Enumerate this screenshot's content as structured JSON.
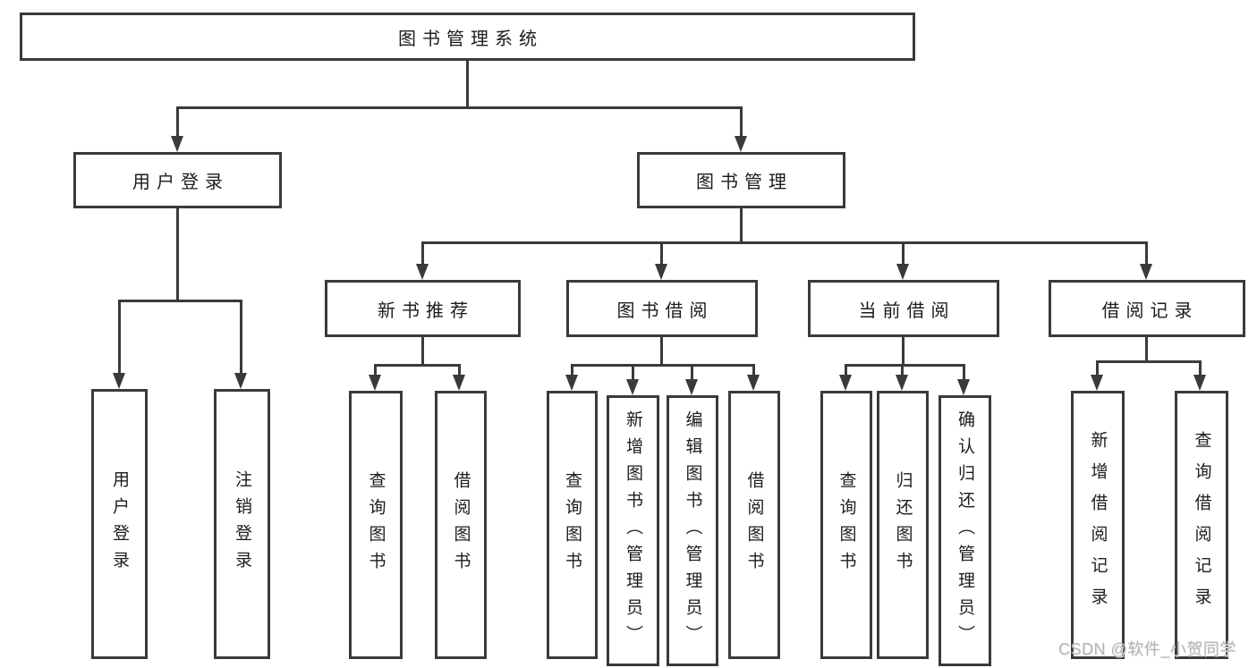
{
  "diagram": {
    "type": "tree-structure-chart",
    "colors": {
      "line": "#3a3a3a",
      "text": "#1c1c1c",
      "box_bg": "#ffffff",
      "watermark": "#b5b5b5"
    },
    "nodes": {
      "root": "图书管理系统",
      "user_login": "用户登录",
      "book_management": "图书管理",
      "login": "用户登录",
      "logout": "注销登录",
      "new_book": "新书推荐",
      "book_borrow": "图书借阅",
      "current_borrow": "当前借阅",
      "borrow_records": "借阅记录",
      "nb_query": "查询图书",
      "nb_borrow": "借阅图书",
      "bb_query": "查询图书",
      "bb_add": "新增图书（管理员）",
      "bb_edit": "编辑图书（管理员）",
      "bb_borrow": "借阅图书",
      "cb_query": "查询图书",
      "cb_return": "归还图书",
      "cb_confirm": "确认归还（管理员）",
      "br_add": "新增借阅记录",
      "br_query": "查询借阅记录"
    },
    "hierarchy": {
      "图书管理系统": {
        "用户登录": [
          "用户登录",
          "注销登录"
        ],
        "图书管理": {
          "新书推荐": [
            "查询图书",
            "借阅图书"
          ],
          "图书借阅": [
            "查询图书",
            "新增图书（管理员）",
            "编辑图书（管理员）",
            "借阅图书"
          ],
          "当前借阅": [
            "查询图书",
            "归还图书",
            "确认归还（管理员）"
          ],
          "借阅记录": [
            "新增借阅记录",
            "查询借阅记录"
          ]
        }
      }
    },
    "watermark": "CSDN @软件_小贺同学"
  }
}
